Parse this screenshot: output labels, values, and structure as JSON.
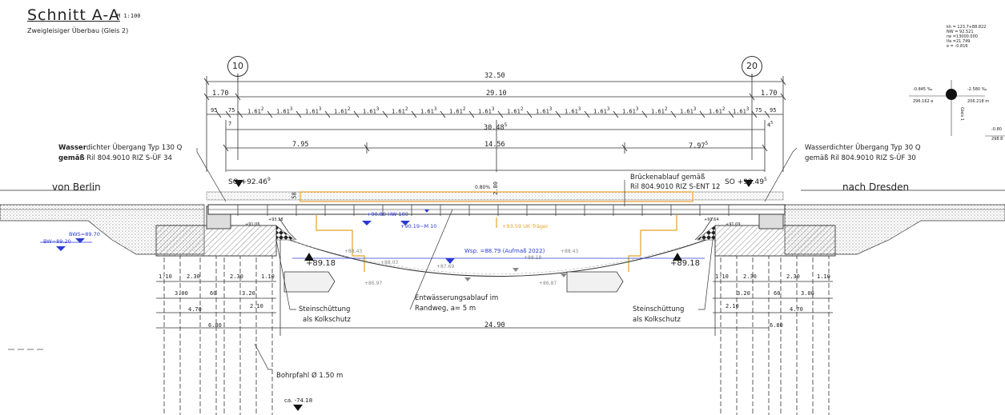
{
  "header": {
    "title": "Schnitt A-A",
    "scale": "M 1:100",
    "subtitle": "Zweigleisiger Überbau (Gleis 2)"
  },
  "axes": {
    "left": "10",
    "right": "20"
  },
  "dims": {
    "total": "32.50",
    "inner": "29.10",
    "left_170": "1.70",
    "right_170": "1.70",
    "d95_l": "95",
    "d75_l": "75",
    "d75_r": "75",
    "d95_r": "95",
    "d161": "1.61",
    "d161_sup2": "2",
    "d161_sup3": "3",
    "span_main": "30.48",
    "span_main_sup": "5",
    "d_7": "7",
    "d_4": "4",
    "d_4_sup": "5",
    "left_795": "7.95",
    "mid_1456": "14.56",
    "right_797": "7.97",
    "right_797_sup": "5",
    "h_280": "2.80",
    "h_058": "58",
    "bottom_span": "24.90",
    "L_110a": "1.10",
    "L_230a": "2.30",
    "L_230b": "2.30",
    "L_110b": "1.10",
    "L_300": "3.00",
    "L_60": "60",
    "L_320": "3.20",
    "L_210": "2.10",
    "L_470": "4.70",
    "L_680": "6.80",
    "R_110a": "1.10",
    "R_230a": "2.30",
    "R_230b": "2.30",
    "R_110b": "1.10",
    "R_320": "3.20",
    "R_60": "60",
    "R_300": "3.00",
    "R_210": "2.10",
    "R_470": "4.70",
    "R_680": "6.80"
  },
  "labels": {
    "wasser_left_1a": "Wasser",
    "wasser_left_1b": "dichter Übergang Typ 130 Q",
    "wasser_left_2a": "gemäß",
    "wasser_left_2b": " Ril 804.9010 RIZ S-ÜF 34",
    "wasser_right_1": "Wasserdichter Übergang Typ 30 Q",
    "wasser_right_2": "gemäß Ril 804.9010 RIZ S-ÜF 30",
    "brueckenablauf_1": "Brückenablauf gemäß",
    "brueckenablauf_2": "Ril 804.9010 RIZ S-ENT 12",
    "von_berlin": "von Berlin",
    "nach_dresden": "nach Dresden",
    "steinschuettung_l1": "Steinschüttung",
    "steinschuettung_l2": "als Kolkschutz",
    "steinschuettung_r1": "Steinschüttung",
    "steinschuettung_r2": "als Kolkschutz",
    "entwaesserung_1": "Entwässerungsablauf im",
    "entwaesserung_2": "Randweg, a= 5 m",
    "bohrpfahl": "Bohrpfahl  Ø 1.50 m"
  },
  "levels": {
    "so_left": "SO +92.46",
    "so_left_sup": "9",
    "so_right": "SO +92.49",
    "so_right_sup": "5",
    "left_8918": "+89.18",
    "right_8918": "+89.18",
    "ca": "ca. -74.18",
    "slope": "0.80%",
    "l_9106": "+91.06",
    "l_9318": "+93.18",
    "r_9164": "+91.64",
    "r_9109": "+91.09"
  },
  "water": {
    "bws": "BWS=89.70",
    "bw": "BW=89.20",
    "hw100": "+90.80 HW 100",
    "mw": "+90.19~M 10",
    "wsp": "Wsp. =88.79 (Aufmaß 2022)",
    "grey1": "+88.43",
    "grey2": "+88.03",
    "grey3": "+87.69",
    "grey4": "+88.18",
    "grey5": "+88.43",
    "grey6": "+86.97",
    "grey7": "+86.87"
  },
  "orange_label": "+93.59 UK Träger",
  "inset": {
    "l1": "kh = 123.7+88.822",
    "l2": "NW = 92.521",
    "l3": "rw =13000.000",
    "l4": "lfa =21.749",
    "l5": "e  = -0.816",
    "left_pct": "-0.845 ‰",
    "right_pct": "-2.580 ‰",
    "left_val": "296.162 e",
    "right_val": "206.218 m",
    "gleis": "Gleis 1",
    "far_pct": "-0.80",
    "far_val": "298.8"
  },
  "colors": {
    "line": "#333333",
    "blue": "#2a3bd6",
    "orange": "#e6a12b",
    "grey": "#888888"
  }
}
